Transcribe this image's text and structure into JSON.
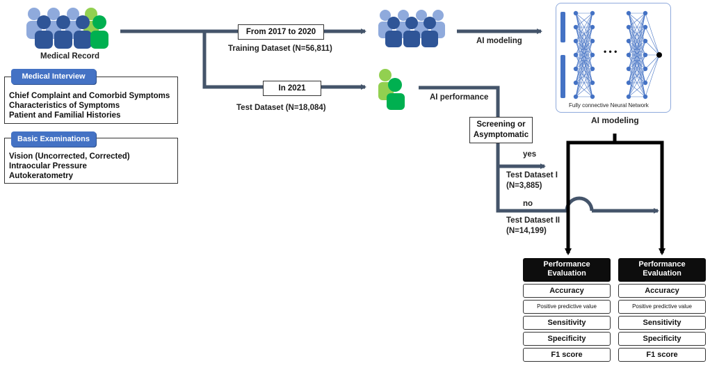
{
  "colors": {
    "dark_person": "#2f5597",
    "light_person": "#8faadc",
    "green_person": "#00b050",
    "light_green_person": "#92d050",
    "arrow": "#44546a",
    "pill": "#4472c4",
    "nn": "#4472c4"
  },
  "icons": {
    "people_group": "people-group-icon",
    "green_people": "green-people-icon",
    "neural_network": "neural-network-icon"
  },
  "medical_record": {
    "label": "Medical Record"
  },
  "medical_interview": {
    "title": "Medical Interview",
    "items": [
      "Chief Complaint and Comorbid Symptoms",
      "Characteristics of Symptoms",
      "Patient and Familial Histories"
    ]
  },
  "basic_examinations": {
    "title": "Basic Examinations",
    "items": [
      "Vision (Uncorrected, Corrected)",
      "Intraocular Pressure",
      "Autokeratometry"
    ]
  },
  "training": {
    "period": "From 2017 to 2020",
    "dataset": "Training Dataset (N=56,811)"
  },
  "test": {
    "period": "In 2021",
    "dataset": "Test Dataset (N=18,084)"
  },
  "ai_modeling_arrow_label": "AI modeling",
  "ai_performance_label": "AI performance",
  "nn_box": {
    "caption": "Fully connective  Neural Network",
    "dots": "• • •"
  },
  "ai_modeling_caption": "AI modeling",
  "split": {
    "question": [
      "Screening or",
      "Asymptomatic"
    ],
    "yes": "yes",
    "no": "no"
  },
  "test1": {
    "name": "Test Dataset I",
    "n": "(N=3,885)"
  },
  "test2": {
    "name": "Test Dataset II",
    "n": "(N=14,199)"
  },
  "performance": {
    "header": [
      "Performance",
      "Evaluation"
    ],
    "metrics": [
      "Accuracy",
      "Positive predictive value",
      "Sensitivity",
      "Specificity",
      "F1 score"
    ]
  }
}
